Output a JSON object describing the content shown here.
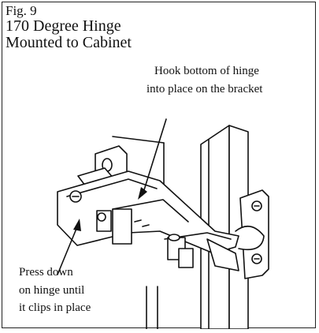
{
  "figure": {
    "label": "Fig. 9",
    "title_line_1": "170 Degree Hinge",
    "title_line_2": "Mounted to Cabinet"
  },
  "callouts": {
    "hook": [
      "Hook bottom of hinge",
      "into place on the bracket"
    ],
    "press": [
      "Press down",
      "on hinge until",
      "it clips in place"
    ]
  },
  "colors": {
    "ink": "#111111",
    "background": "#ffffff"
  }
}
